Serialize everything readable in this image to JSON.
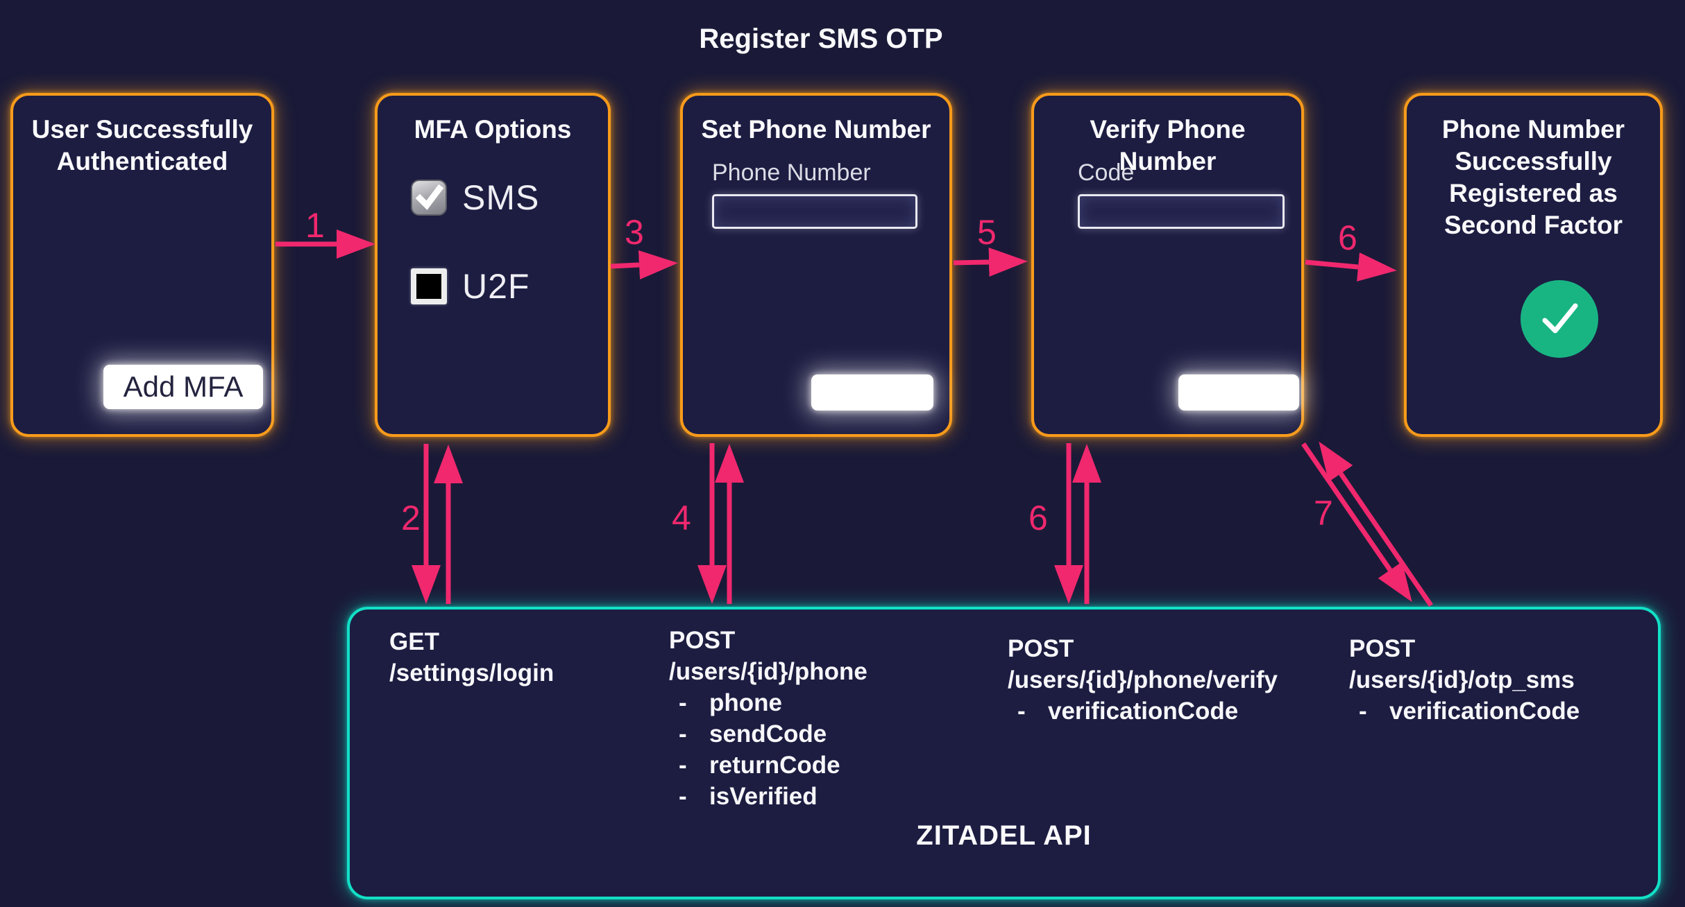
{
  "title": "Register SMS OTP",
  "colors": {
    "background": "#1A1A38",
    "node_fill": "#1D1D42",
    "node_border": "#F89B1B",
    "api_border": "#12E0C6",
    "arrow": "#F1286E",
    "success_green": "#18B583"
  },
  "nodes": {
    "user_authenticated": {
      "title": "User Successfully Authenticated",
      "button_label": "Add MFA"
    },
    "mfa_options": {
      "title": "MFA Options",
      "options": [
        {
          "label": "SMS",
          "checked": true
        },
        {
          "label": "U2F",
          "checked": false
        }
      ]
    },
    "set_phone": {
      "title": "Set Phone Number",
      "field_label": "Phone Number",
      "field_value": "",
      "button_label": ""
    },
    "verify_phone": {
      "title": "Verify Phone Number",
      "field_label": "Code",
      "field_value": "",
      "button_label": ""
    },
    "registered": {
      "title": "Phone Number Successfully Registered as Second Factor",
      "icon": "check-circle"
    }
  },
  "api": {
    "title": "ZITADEL API",
    "endpoints": [
      {
        "method": "GET",
        "path": "/settings/login",
        "params": []
      },
      {
        "method": "POST",
        "path": "/users/{id}/phone",
        "params": [
          "phone",
          "sendCode",
          "returnCode",
          "isVerified"
        ]
      },
      {
        "method": "POST",
        "path": "/users/{id}/phone/verify",
        "params": [
          "verificationCode"
        ]
      },
      {
        "method": "POST",
        "path": "/users/{id}/otp_sms",
        "params": [
          "verificationCode"
        ]
      }
    ]
  },
  "arrows": {
    "step1": "1",
    "step2": "2",
    "step3": "3",
    "step4": "4",
    "step5": "5",
    "step6_top": "6",
    "step6_bottom": "6",
    "step7": "7"
  }
}
